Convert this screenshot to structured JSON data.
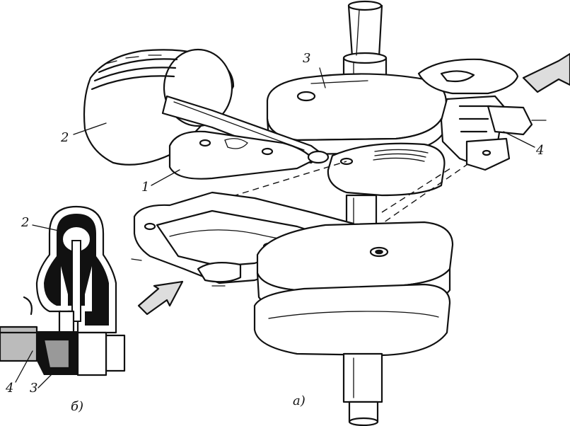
{
  "figure": {
    "main_caption": "а)",
    "inset_caption": "б)",
    "main_labels": {
      "crankshaft_label": "3",
      "piston_label": "2",
      "valve_plate_label": "1",
      "valve_assembly_label": "4"
    },
    "inset_labels": {
      "top_label": "2",
      "bottom_left_label": "4",
      "bottom_right_label": "3"
    }
  }
}
